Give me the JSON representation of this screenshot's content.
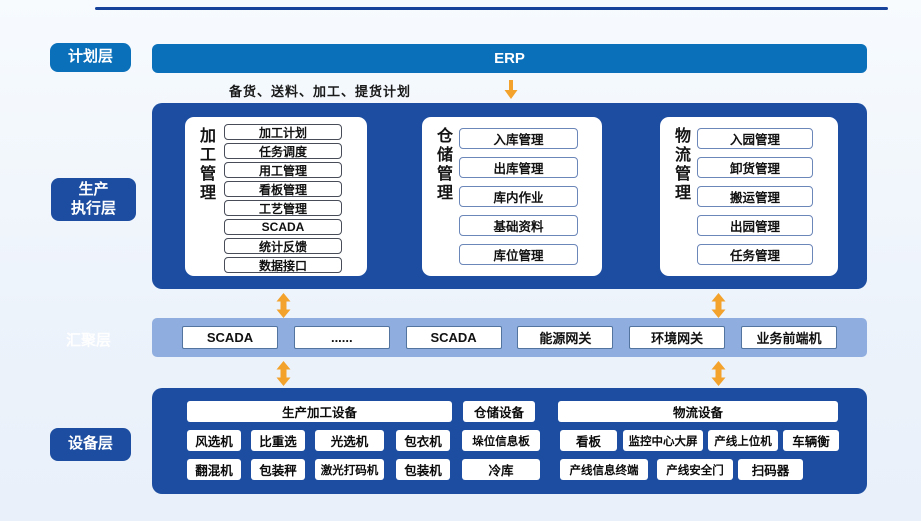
{
  "layers": {
    "plan": {
      "label": "计划层"
    },
    "exec": {
      "line1": "生产",
      "line2": "执行层"
    },
    "aggregate": {
      "label": "汇聚层"
    },
    "device": {
      "label": "设备层"
    }
  },
  "erp": {
    "label": "ERP",
    "note": "备货、送料、加工、提货计划"
  },
  "exec_cards": [
    {
      "title": "加工管理",
      "items": [
        "加工计划",
        "任务调度",
        "用工管理",
        "看板管理",
        "工艺管理",
        "SCADA",
        "统计反馈",
        "数据接口"
      ]
    },
    {
      "title": "仓储管理",
      "items": [
        "入库管理",
        "出库管理",
        "库内作业",
        "基础资料",
        "库位管理"
      ]
    },
    {
      "title": "物流管理",
      "items": [
        "入园管理",
        "卸货管理",
        "搬运管理",
        "出园管理",
        "任务管理"
      ]
    }
  ],
  "gateway_band": {
    "items": [
      "SCADA",
      "......",
      "SCADA",
      "能源网关",
      "环境网关",
      "业务前端机"
    ]
  },
  "device_layer": {
    "headers": [
      "生产加工设备",
      "仓储设备",
      "物流设备"
    ],
    "row1": [
      "风选机",
      "比重选",
      "光选机",
      "包衣机",
      "垛位信息板",
      "看板",
      "监控中心大屏",
      "产线上位机",
      "车辆衡"
    ],
    "row2": [
      "翻混机",
      "包装秤",
      "激光打码机",
      "包装机",
      "冷库",
      "产线信息终端",
      "产线安全门",
      "扫码器"
    ]
  },
  "colors": {
    "accent_blue": "#0a70ba",
    "dark_blue": "#1c4da0",
    "band_blue": "#8fadde",
    "arrow_orange": "#f3a22b",
    "top_line": "#17439a"
  }
}
